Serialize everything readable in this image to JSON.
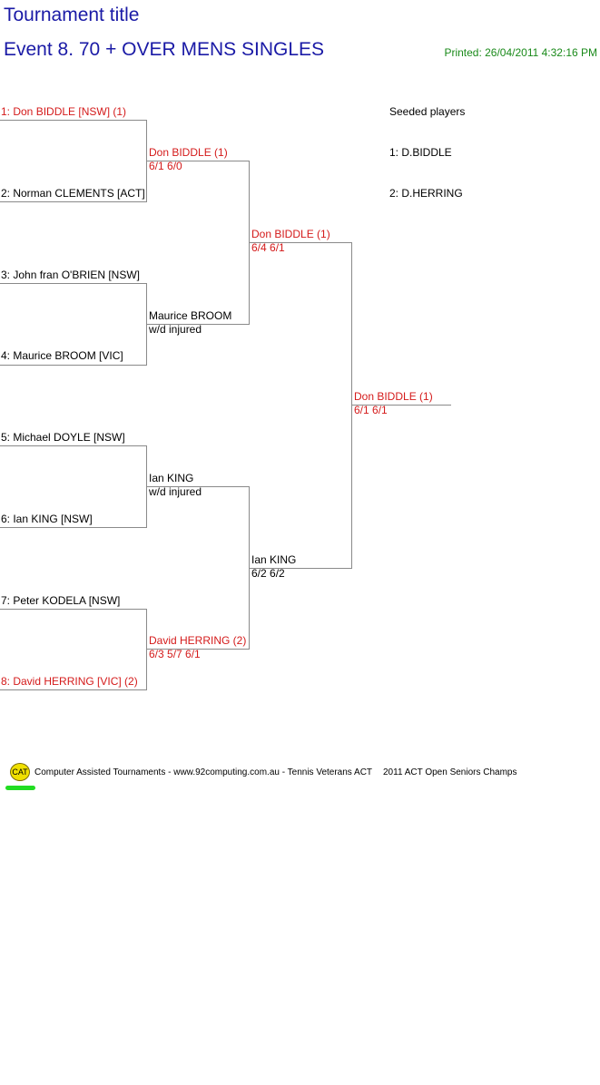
{
  "header": {
    "tournament_title": "Tournament title",
    "event_title": "Event 8. 70 + OVER MENS SINGLES",
    "printed": "Printed: 26/04/2011 4:32:16 PM"
  },
  "seeded": {
    "heading": "Seeded players",
    "players": [
      "1: D.BIDDLE",
      "2: D.HERRING"
    ]
  },
  "round1": [
    "1: Don BIDDLE [NSW] (1)",
    "2: Norman CLEMENTS [ACT]",
    "3: John fran O'BRIEN [NSW]",
    "4: Maurice BROOM [VIC]",
    "5: Michael DOYLE [NSW]",
    "6: Ian KING [NSW]",
    "7: Peter KODELA [NSW]",
    "8: David HERRING [VIC] (2)"
  ],
  "round2": [
    {
      "name": "Don BIDDLE (1)",
      "score": "6/1 6/0"
    },
    {
      "name": "Maurice BROOM",
      "score": "w/d injured"
    },
    {
      "name": "Ian KING",
      "score": "w/d injured"
    },
    {
      "name": "David HERRING (2)",
      "score": "6/3 5/7 6/1"
    }
  ],
  "round3": [
    {
      "name": "Don BIDDLE (1)",
      "score": "6/4 6/1"
    },
    {
      "name": "Ian KING",
      "score": "6/2 6/2"
    }
  ],
  "final": {
    "name": "Don BIDDLE (1)",
    "score": "6/1 6/1"
  },
  "footer": {
    "logo_text": "CAT",
    "credit": "Computer Assisted Tournaments - www.92computing.com.au -  Tennis Veterans ACT",
    "event_name": "2011 ACT Open Seniors Champs"
  },
  "colors": {
    "title_blue": "#1a1aa6",
    "seed_red": "#d41a1a",
    "printed_green": "#1a8a1a",
    "line_gray": "#8a8a8a"
  }
}
